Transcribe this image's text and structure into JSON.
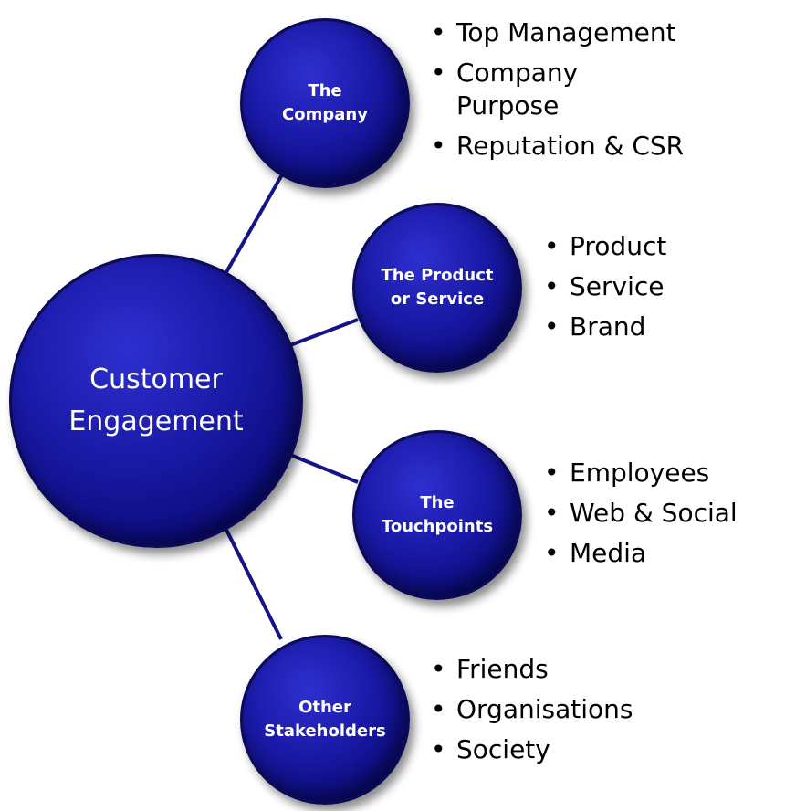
{
  "center": {
    "label": "Customer\nEngagement"
  },
  "nodes": [
    {
      "label": "The\nCompany",
      "items": [
        "Top Management",
        "Company Purpose",
        "Reputation & CSR"
      ]
    },
    {
      "label": "The Product\nor Service",
      "items": [
        "Product",
        "Service",
        "Brand"
      ]
    },
    {
      "label": "The\nTouchpoints",
      "items": [
        "Employees",
        "Web & Social",
        "Media"
      ]
    },
    {
      "label": "Other\nStakeholders",
      "items": [
        "Friends",
        "Organisations",
        "Society"
      ]
    }
  ],
  "colors": {
    "node_fill": "#1a1aa8",
    "connector": "#14148a",
    "text_on_node": "#ffffff",
    "bullet_text": "#000000"
  }
}
